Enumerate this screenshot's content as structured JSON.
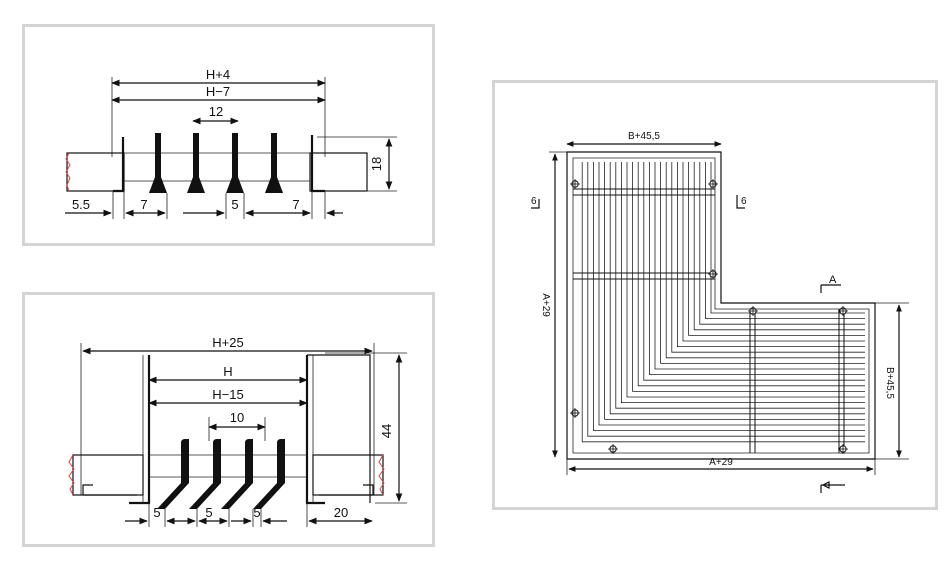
{
  "colors": {
    "panel_border": "#d4d4d4",
    "line": "#111111",
    "break_mark": "#dd4444"
  },
  "detail_top": {
    "dim_overall": "H+4",
    "dim_inner": "H−7",
    "dim_pitch": "12",
    "dim_height": "18",
    "dim_left_frame": "5.5",
    "dim_gap_left": "7",
    "dim_blade": "5",
    "dim_gap_right": "7"
  },
  "detail_bottom": {
    "dim_overall": "H+25",
    "dim_h": "H",
    "dim_inner": "H−15",
    "dim_pitch": "10",
    "dim_height": "44",
    "dim_blade_1": "5",
    "dim_blade_2": "5",
    "dim_blade_3": "5",
    "dim_frame": "20"
  },
  "plan_view": {
    "dim_top_width": "B+45,5",
    "dim_left_height": "A+29",
    "dim_right_height": "B+45,5",
    "dim_bottom_width": "A+29",
    "section_left": "6",
    "section_right": "6",
    "section_a": "A"
  }
}
